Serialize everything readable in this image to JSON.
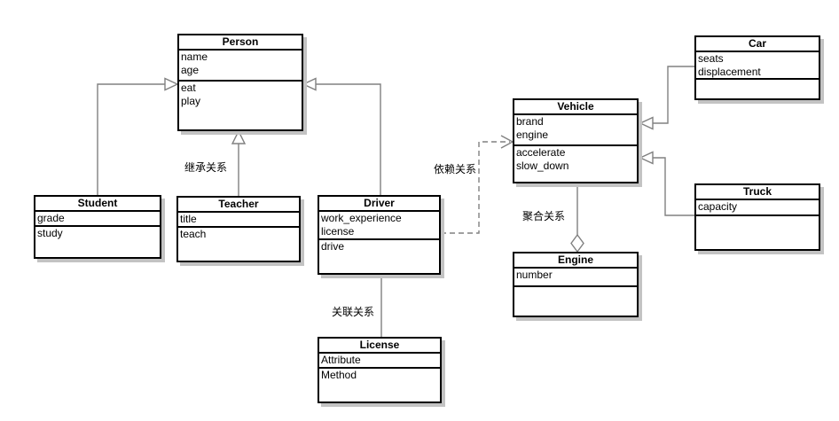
{
  "diagram": {
    "classes": [
      {
        "id": "person",
        "name": "Person",
        "attributes": [
          "name",
          "age"
        ],
        "methods": [
          "eat",
          "play"
        ]
      },
      {
        "id": "student",
        "name": "Student",
        "attributes": [
          "grade"
        ],
        "methods": [
          "study"
        ]
      },
      {
        "id": "teacher",
        "name": "Teacher",
        "attributes": [
          "title"
        ],
        "methods": [
          "teach"
        ]
      },
      {
        "id": "driver",
        "name": "Driver",
        "attributes": [
          "work_experience",
          "license"
        ],
        "methods": [
          "drive"
        ]
      },
      {
        "id": "license",
        "name": "License",
        "attributes": [
          "Attribute"
        ],
        "methods": [
          "Method"
        ]
      },
      {
        "id": "vehicle",
        "name": "Vehicle",
        "attributes": [
          "brand",
          "engine"
        ],
        "methods": [
          "accelerate",
          "slow_down"
        ]
      },
      {
        "id": "engine",
        "name": "Engine",
        "attributes": [
          "number"
        ],
        "methods": []
      },
      {
        "id": "car",
        "name": "Car",
        "attributes": [
          "seats",
          "displacement"
        ],
        "methods": []
      },
      {
        "id": "truck",
        "name": "Truck",
        "attributes": [
          "capacity"
        ],
        "methods": []
      }
    ],
    "relationship_labels": [
      {
        "id": "inheritance",
        "text": "继承关系"
      },
      {
        "id": "dependency",
        "text": "依赖关系"
      },
      {
        "id": "aggregation",
        "text": "聚合关系"
      },
      {
        "id": "association",
        "text": "关联关系"
      }
    ],
    "colors": {
      "line": "#808080",
      "border": "#000000",
      "background": "#ffffff",
      "shadow": "#c3c3c3"
    }
  }
}
